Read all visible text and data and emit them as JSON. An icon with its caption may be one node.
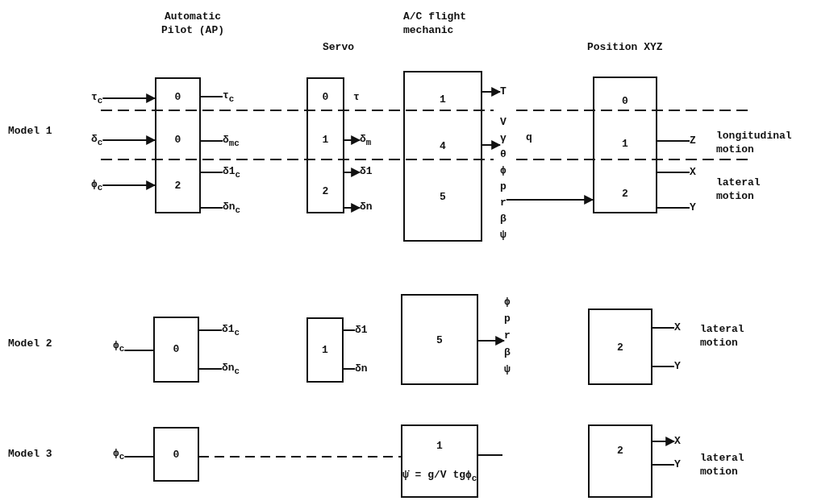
{
  "diagram": {
    "nodes": [
      {
        "text": [
          "0",
          "0",
          "2"
        ]
      },
      {
        "text": [
          "τ$_{c}$"
        ]
      },
      {
        "text": [
          "δ$_{c}$"
        ]
      },
      {
        "text": [
          "ϕ$_{c}$"
        ]
      },
      {
        "text": [
          "τ$_{c}$"
        ]
      },
      {
        "text": [
          "δ$_{m}$$_{c}$"
        ]
      },
      {
        "text": [
          "δ1$_{c}$"
        ]
      },
      {
        "text": [
          "δn$_{c}$"
        ]
      },
      {
        "text": [
          "0",
          "1",
          "2"
        ]
      },
      {
        "text": [
          "δ$_{m}$"
        ]
      },
      {
        "text": [
          "δ1"
        ]
      },
      {
        "text": [
          "δn"
        ]
      },
      {
        "text": [
          "1",
          "4",
          "5"
        ]
      },
      {
        "text": [
          "T"
        ]
      },
      {
        "text": [
          "V",
          "γ",
          "θ",
          "ϕ",
          "p",
          "r",
          "β",
          "ψ"
        ],
        "beside": [
          "q"
        ]
      },
      {
        "text": [
          "0",
          "1",
          "2"
        ]
      },
      {
        "text": [
          "Z"
        ]
      },
      {
        "text": [
          "X"
        ]
      },
      {
        "text": [
          "Y"
        ]
      },
      {
        "text": [
          "ϕ$_{c}$"
        ]
      },
      {
        "text": [
          "0"
        ]
      },
      {
        "text": [
          "δ1$_{c}$"
        ]
      },
      {
        "text": [
          "δn$_{c}$"
        ]
      },
      {
        "text": [
          "1"
        ]
      },
      {
        "text": [
          "δ1"
        ]
      },
      {
        "text": [
          "δn"
        ]
      },
      {
        "text": [
          "5"
        ]
      },
      {
        "text": [
          "ϕ",
          "p",
          "r",
          "β",
          "ψ"
        ]
      },
      {
        "text": [
          "2"
        ]
      },
      {
        "text": [
          "X"
        ]
      },
      {
        "text": [
          "Y"
        ]
      },
      {
        "text": [
          "ϕ$_{c}$"
        ]
      },
      {
        "text": [
          "0"
        ]
      },
      {
        "text": [
          "1",
          "ψ̇ = g/V tgϕ$_{c}$"
        ]
      },
      {
        "text": [
          "2"
        ]
      },
      {
        "text": [
          "X"
        ]
      },
      {
        "text": [
          "Y"
        ]
      }
    ],
    "edges": [
      {
        "from": 1,
        "to": 0,
        "arrow": "to"
      },
      {
        "from": 2,
        "to": 0,
        "arrow": "to"
      },
      {
        "from": 3,
        "to": 0,
        "arrow": "to"
      },
      {
        "from": 0,
        "to": 4,
        "arrow": "none"
      },
      {
        "from": 0,
        "to": 5,
        "arrow": "none"
      },
      {
        "from": 0,
        "to": 6,
        "arrow": "none"
      },
      {
        "from": 0,
        "to": 7,
        "arrow": "none"
      },
      {
        "from": 8,
        "to": 9,
        "arrow": "to"
      },
      {
        "from": 8,
        "to": 10,
        "arrow": "to"
      },
      {
        "from": 8,
        "to": 11,
        "arrow": "to"
      },
      {
        "from": 12,
        "to": 13,
        "arrow": "to"
      },
      {
        "from": 12,
        "to": 14,
        "arrow": "to"
      },
      {
        "from": 14,
        "to": 15,
        "arrow": "to"
      },
      {
        "from": 15,
        "to": 16,
        "arrow": "none"
      },
      {
        "from": 15,
        "to": 17,
        "arrow": "none"
      },
      {
        "from": 15,
        "to": 18,
        "arrow": "none"
      },
      {
        "from": 19,
        "to": 20,
        "arrow": "none"
      },
      {
        "from": 20,
        "to": 21,
        "arrow": "none"
      },
      {
        "from": 20,
        "to": 22,
        "arrow": "none"
      },
      {
        "from": 23,
        "to": 24,
        "arrow": "none"
      },
      {
        "from": 23,
        "to": 25,
        "arrow": "none"
      },
      {
        "from": 26,
        "to": 27,
        "arrow": "to"
      },
      {
        "from": 28,
        "to": 29,
        "arrow": "none"
      },
      {
        "from": 28,
        "to": 30,
        "arrow": "none"
      },
      {
        "from": 31,
        "to": 32,
        "arrow": "none"
      },
      {
        "from": 32,
        "to": 33,
        "arrow": "none",
        "style": "dashed"
      },
      {
        "from": 33,
        "to": null,
        "arrow": "none"
      },
      {
        "from": 34,
        "to": 35,
        "arrow": "to"
      },
      {
        "from": 34,
        "to": 36,
        "arrow": "none"
      }
    ],
    "labels": [
      "Automatic Pilot (AP)",
      "A/C flight mechanic",
      "Servo",
      "Position XYZ",
      "Model 1",
      "τ",
      "longitudinal motion",
      "lateral motion",
      "Model 2",
      "lateral motion",
      "Model 3",
      "lateral motion"
    ]
  }
}
